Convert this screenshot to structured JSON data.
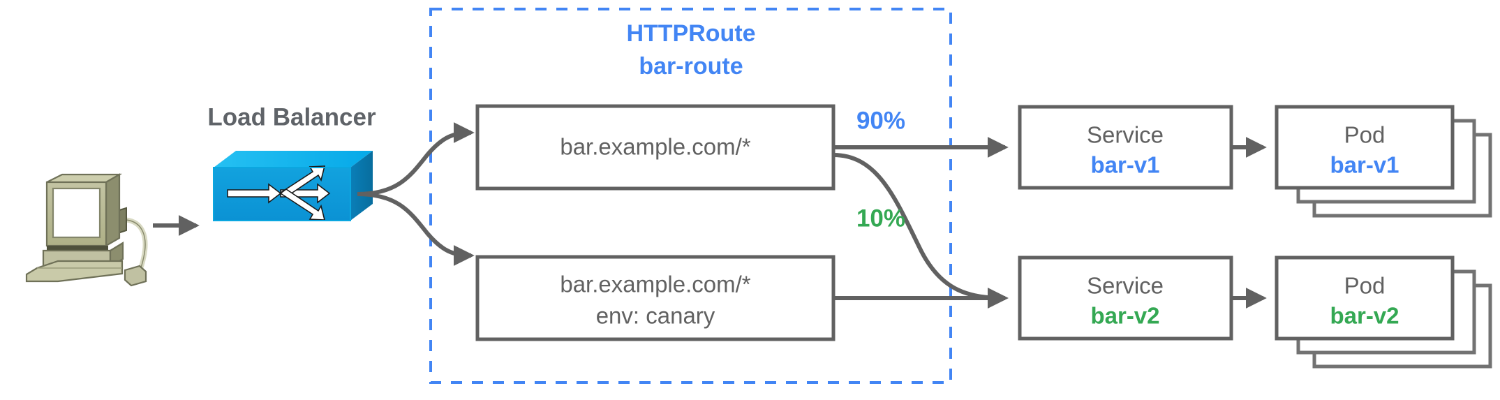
{
  "diagram": {
    "title_group": {
      "line1": "HTTPRoute",
      "line2": "bar-route",
      "color": "#4285f4"
    },
    "client": {
      "icon": "desktop-computer-icon"
    },
    "load_balancer": {
      "label": "Load Balancer",
      "icon": "load-balancer-switch-icon",
      "color": "#0e9ada"
    },
    "routes": [
      {
        "id": "route-primary",
        "line1": "bar.example.com/*",
        "line2": ""
      },
      {
        "id": "route-canary",
        "line1": "bar.example.com/*",
        "line2": "env: canary"
      }
    ],
    "weights": [
      {
        "label": "90%",
        "color": "#4285f4"
      },
      {
        "label": "10%",
        "color": "#34a853"
      }
    ],
    "services": [
      {
        "kind": "Service",
        "name": "bar-v1",
        "color": "#4285f4"
      },
      {
        "kind": "Service",
        "name": "bar-v2",
        "color": "#34a853"
      }
    ],
    "pods": [
      {
        "kind": "Pod",
        "name": "bar-v1",
        "color": "#4285f4",
        "replicas": 3
      },
      {
        "kind": "Pod",
        "name": "bar-v2",
        "color": "#34a853",
        "replicas": 3
      }
    ],
    "colors": {
      "stroke_gray": "#616161",
      "text_gray": "#5f6368",
      "blue": "#4285f4",
      "green": "#34a853",
      "lb_blue": "#0e9ada",
      "computer_body": "#b3b58d"
    }
  }
}
